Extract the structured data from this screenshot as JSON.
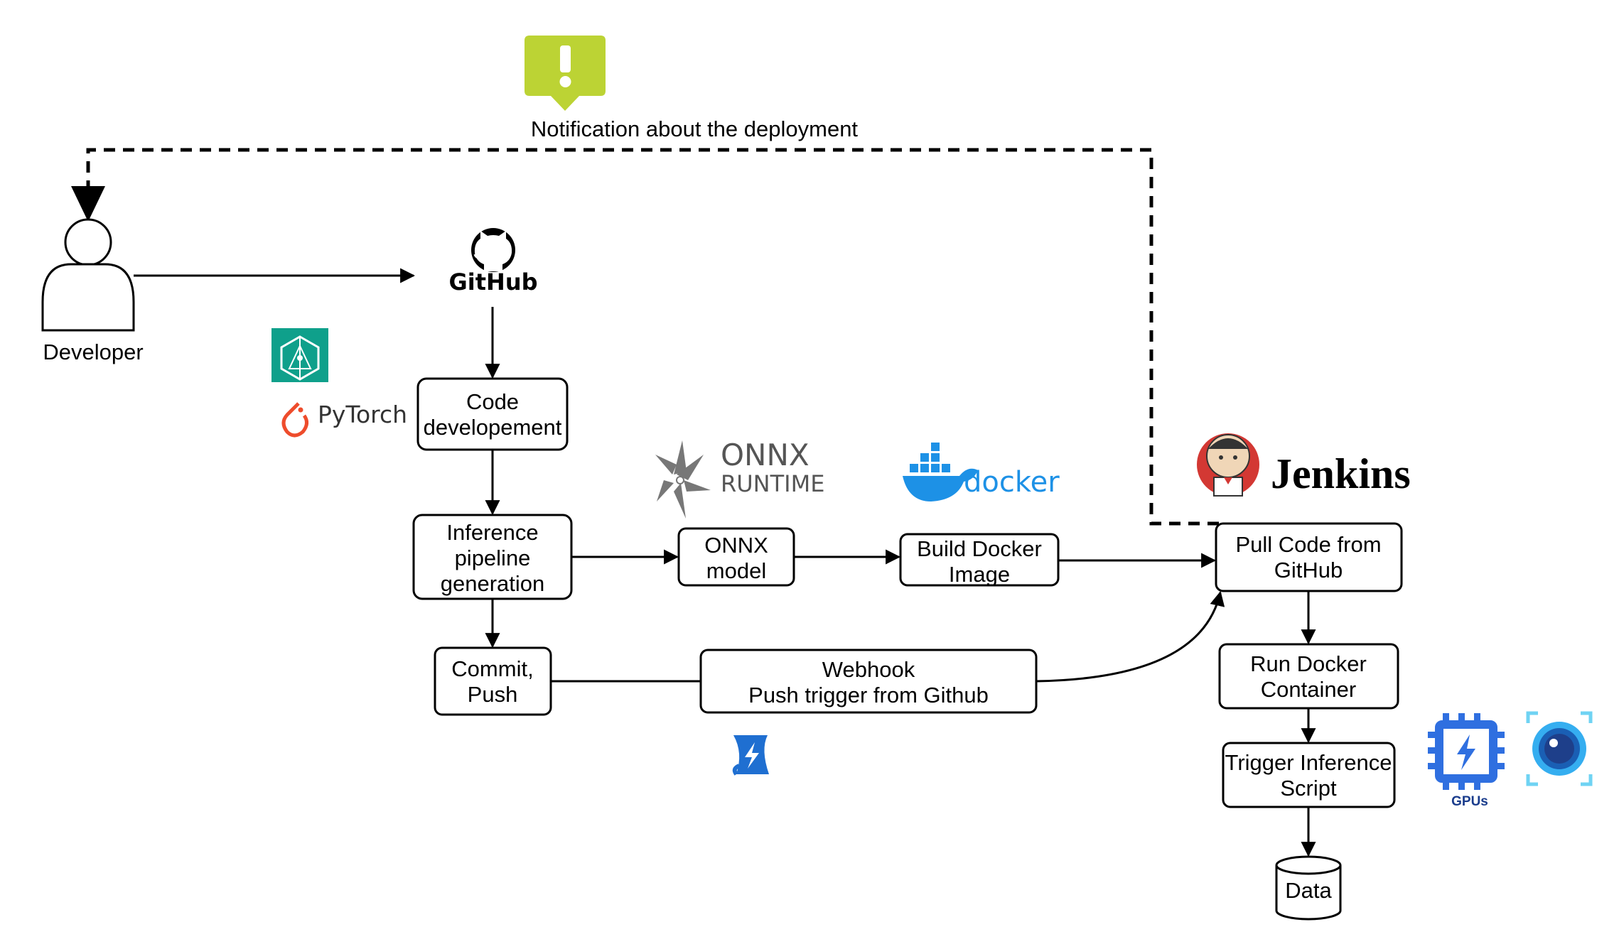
{
  "notification": {
    "label": "Notification about the deployment",
    "color": "#bcd334",
    "icon": "exclamation-speech-bubble-icon"
  },
  "developer": {
    "label": "Developer",
    "icon": "person-icon"
  },
  "logos": {
    "github": "GitHub",
    "pytorch": "PyTorch",
    "onnx_line1": "ONNX",
    "onnx_line2": "RUNTIME",
    "docker": "docker",
    "jenkins": "Jenkins",
    "gpus": "GPUs"
  },
  "nodes": {
    "code_dev": {
      "line1": "Code",
      "line2": "developement"
    },
    "inference": {
      "line1": "Inference",
      "line2": "pipeline",
      "line3": "generation"
    },
    "onnx_model": {
      "line1": "ONNX",
      "line2": "model"
    },
    "build_docker": {
      "line1": "Build Docker",
      "line2": "Image"
    },
    "commit": {
      "line1": "Commit,",
      "line2": "Push"
    },
    "webhook": {
      "line1": "Webhook",
      "line2": "Push trigger from Github"
    },
    "pull_code": {
      "line1": "Pull Code from",
      "line2": "GitHub"
    },
    "run_docker": {
      "line1": "Run Docker",
      "line2": "Container"
    },
    "trigger": {
      "line1": "Trigger Inference",
      "line2": "Script"
    },
    "data": {
      "label": "Data"
    }
  },
  "colors": {
    "onnx_logo": "#555555",
    "docker": "#1d91e6",
    "pytorch": "#ee4c2c",
    "openvino_badge": "#0fa08b",
    "gpu_chip": "#2f6fe0",
    "camera": "#35aef0",
    "azure_functions": "#1f6fd1"
  }
}
